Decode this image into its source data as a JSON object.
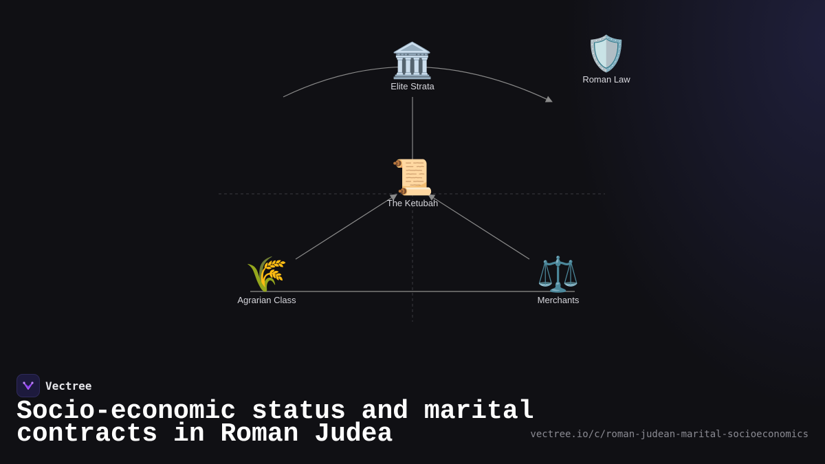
{
  "nodes": {
    "elite": {
      "label": "Elite Strata",
      "glyph": "🏛️"
    },
    "roman_law": {
      "label": "Roman Law",
      "glyph": "🛡️"
    },
    "ketubah": {
      "label": "The Ketubah",
      "glyph": "📜"
    },
    "agrarian": {
      "label": "Agrarian Class",
      "glyph": "🌾"
    },
    "merchants": {
      "label": "Merchants",
      "glyph": "⚖️"
    }
  },
  "brand": {
    "name": "Vectree"
  },
  "title": "Socio-economic status and marital contracts in Roman Judea",
  "url": "vectree.io/c/roman-judean-marital-socioeconomics",
  "colors": {
    "background": "#101014",
    "edge": "#8a8a8a",
    "guide": "#3a3a40",
    "accent": "#8b5cf6"
  }
}
